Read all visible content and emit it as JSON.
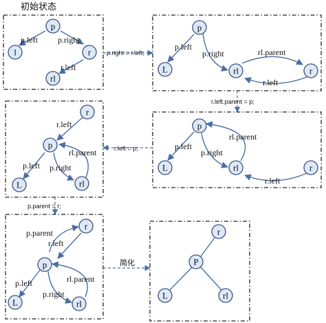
{
  "title": "初始状态",
  "steps": {
    "s1": "p.right = r.left;",
    "s2": "r.left.parent = p;",
    "s3": "r.left = p;",
    "s4": "p.parent = r;",
    "s5": "简化"
  },
  "panel1": {
    "nodes": {
      "p": "p",
      "l": "l",
      "r": "r",
      "rl": "rl"
    },
    "edges": {
      "p_left": "p.left",
      "p_right": "p.right",
      "r_left": "r.left"
    }
  },
  "panel2": {
    "nodes": {
      "p": "p",
      "L": "L",
      "rl": "rl",
      "r": "r"
    },
    "edges": {
      "p_left": "p.left",
      "p_right": "p.right",
      "rl_parent": "rl.parent",
      "r_left": "r.left"
    }
  },
  "panel3": {
    "nodes": {
      "p": "p",
      "L": "L",
      "rl": "rl",
      "r": "r"
    },
    "edges": {
      "p_left": "p.left",
      "p_right": "p.right",
      "rl_parent": "rl.parent",
      "r_left": "r.left"
    }
  },
  "panel4": {
    "nodes": {
      "r": "r",
      "p": "p",
      "L": "L",
      "rl": "rl"
    },
    "edges": {
      "r_left": "r.left",
      "p_left": "p.left",
      "p_right": "p.right",
      "rl_parent": "rl.parent"
    }
  },
  "panel5": {
    "nodes": {
      "r": "r",
      "p": "p",
      "L": "L",
      "rl": "rl"
    },
    "edges": {
      "p_parent": "p.parent",
      "r_left": "r.left",
      "p_left": "p.left",
      "p_right": "p.right",
      "rl_parent": "rl.parent"
    }
  },
  "panel6": {
    "nodes": {
      "r": "r",
      "P": "P",
      "L": "L",
      "rl": "rl"
    }
  }
}
